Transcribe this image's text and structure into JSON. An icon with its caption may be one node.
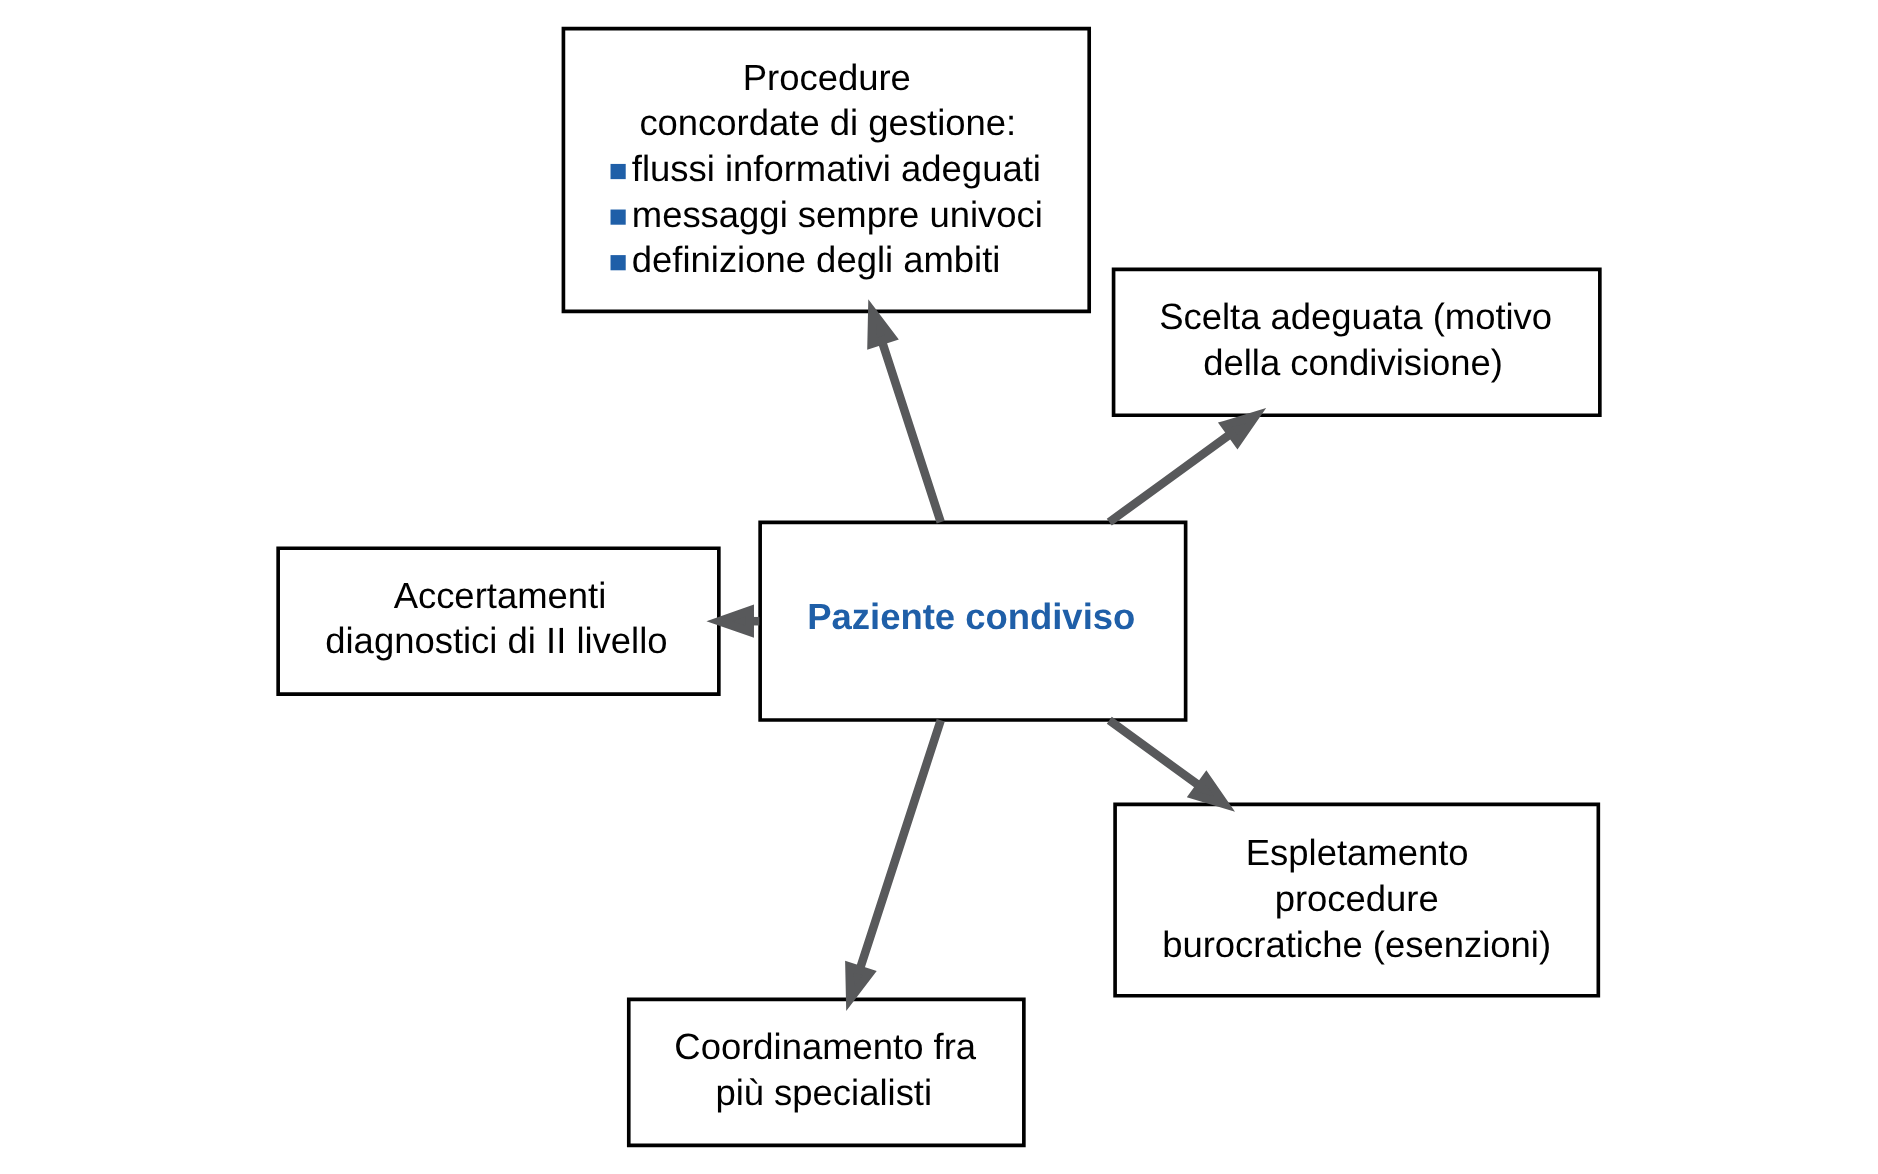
{
  "diagram": {
    "nodes": [
      {
        "text": [
          "Paziente condiviso"
        ]
      },
      {
        "text": [
          "Scelta adeguata (motivo della condivisione)"
        ]
      },
      {
        "text": [
          "Procedure concordate di gestione:",
          "flussi informativi adeguati",
          "messaggi sempre univoci",
          "definizione degli ambiti"
        ]
      },
      {
        "text": [
          "Accertamenti diagnostici di II livello"
        ]
      },
      {
        "text": [
          "Coordinamento fra più specialisti"
        ]
      },
      {
        "text": [
          "Espletamento procedure burocratiche (esenzioni)"
        ]
      }
    ],
    "edges": [
      {
        "from": 0,
        "to": 1,
        "arrow": "to"
      },
      {
        "from": 0,
        "to": 3,
        "arrow": "to"
      },
      {
        "from": 0,
        "to": 5,
        "arrow": "to"
      },
      {
        "from": 0,
        "to": 4,
        "arrow": "to"
      },
      {
        "from": 0,
        "to": 2,
        "arrow": "to"
      }
    ]
  }
}
